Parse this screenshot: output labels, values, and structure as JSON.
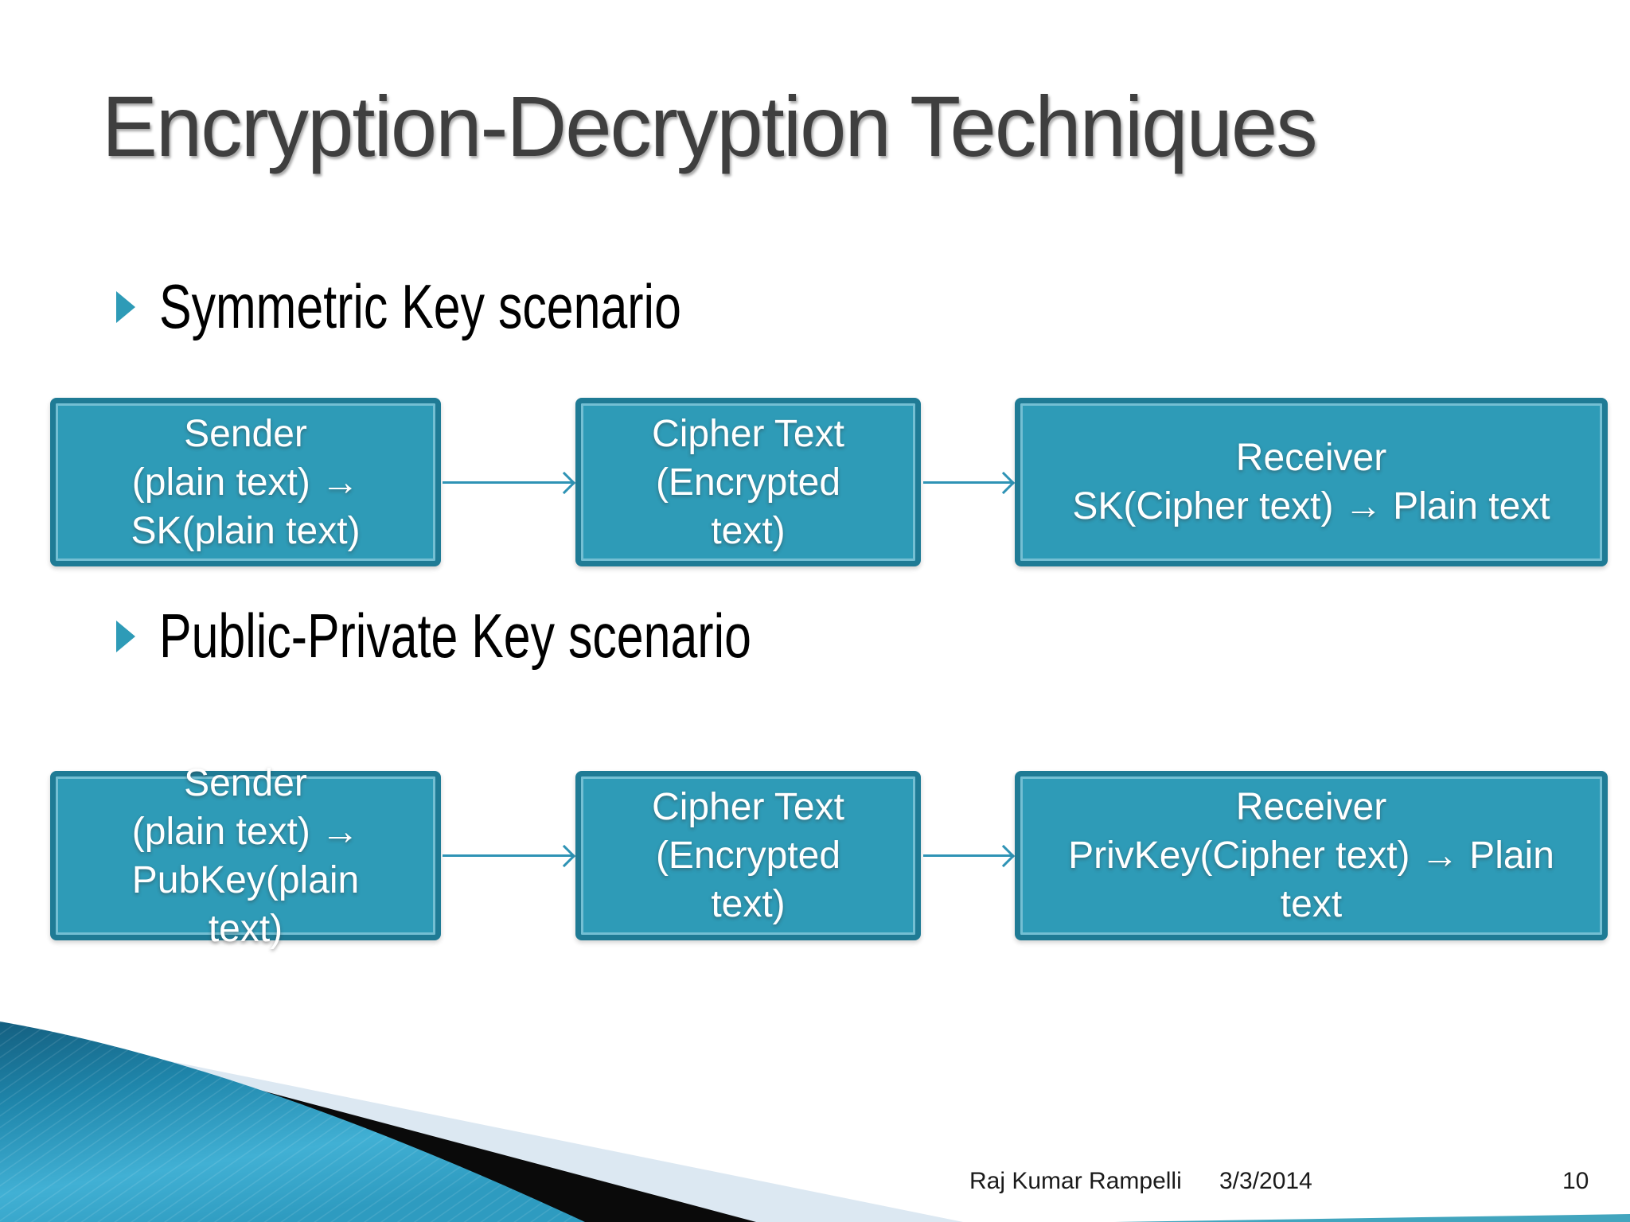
{
  "title": "Encryption-Decryption Techniques",
  "sections": [
    {
      "heading": "Symmetric Key scenario",
      "boxes": [
        {
          "text": "Sender\n(plain text) →\nSK(plain text)"
        },
        {
          "text": "Cipher Text\n(Encrypted\ntext)"
        },
        {
          "text": "Receiver\nSK(Cipher text) → Plain text"
        }
      ]
    },
    {
      "heading": "Public-Private Key scenario",
      "boxes": [
        {
          "text": "Sender\n(plain text) →\nPubKey(plain\ntext)"
        },
        {
          "text": "Cipher Text\n(Encrypted\ntext)"
        },
        {
          "text": "Receiver\nPrivKey(Cipher text) → Plain\ntext"
        }
      ]
    }
  ],
  "footer": {
    "author": "Raj Kumar Rampelli",
    "date": "3/3/2014",
    "page": "10"
  },
  "colors": {
    "box_fill": "#2e9bb7",
    "box_border": "#1f7b95",
    "box_inner_line": "#b9e4f0",
    "arrow": "#2e93b5",
    "bullet_triangle": "#2e9bb7",
    "title_text": "#3f3f3f",
    "box_text": "#ffffff",
    "pale_band": "#dce8f2",
    "black_band": "#0a0a0a",
    "teal_wedge_dark": "#176f92",
    "teal_wedge_light": "#41b0d4"
  }
}
